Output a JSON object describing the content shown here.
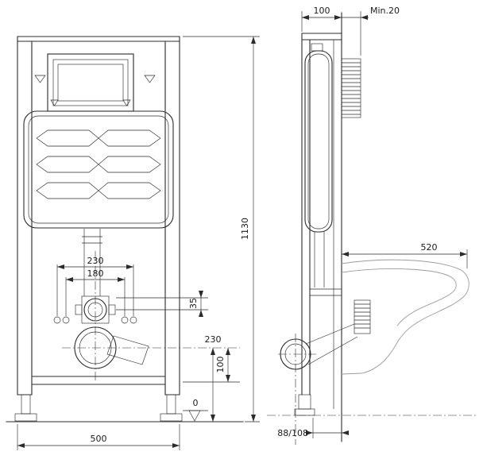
{
  "front_view": {
    "dims": {
      "fixing_outer": "230",
      "fixing_inner": "180",
      "inlet_offset": "35",
      "outlet_height": "230",
      "outlet_spacing": "100",
      "floor_level": "0",
      "overall_height": "1130",
      "overall_width": "500"
    }
  },
  "side_view": {
    "dims": {
      "frame_depth": "100",
      "wall_min": "Min.20",
      "bowl_depth": "520",
      "outlet_offset": "88/108"
    }
  }
}
